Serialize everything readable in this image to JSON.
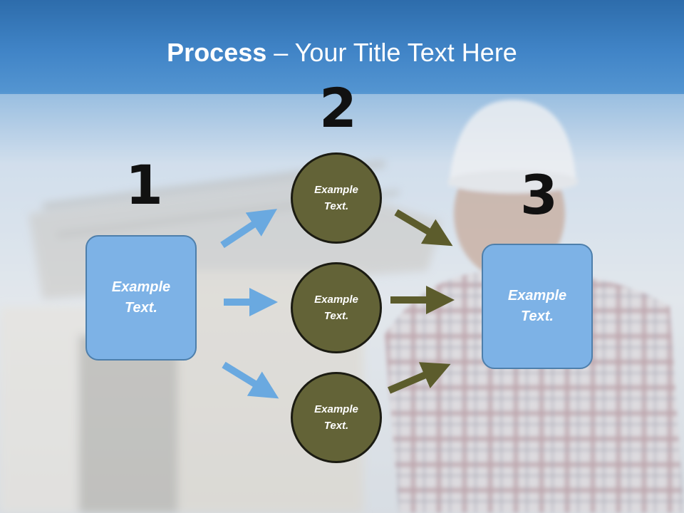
{
  "slide": {
    "title_bold": "Process",
    "title_rest": " – Your Title Text Here"
  },
  "steps": [
    {
      "number": "1"
    },
    {
      "number": "2"
    },
    {
      "number": "3"
    }
  ],
  "left_box": {
    "text": "Example\nText."
  },
  "right_box": {
    "text": "Example\nText."
  },
  "circles": [
    {
      "text": "Example\nText."
    },
    {
      "text": "Example\nText."
    },
    {
      "text": "Example\nText."
    }
  ],
  "colors": {
    "title_bar": "#3f83c6",
    "box_fill": "#7db2e6",
    "circle_fill": "#636337",
    "blue_arrow": "#6aa9e0",
    "olive_arrow": "#5c5c2c"
  }
}
